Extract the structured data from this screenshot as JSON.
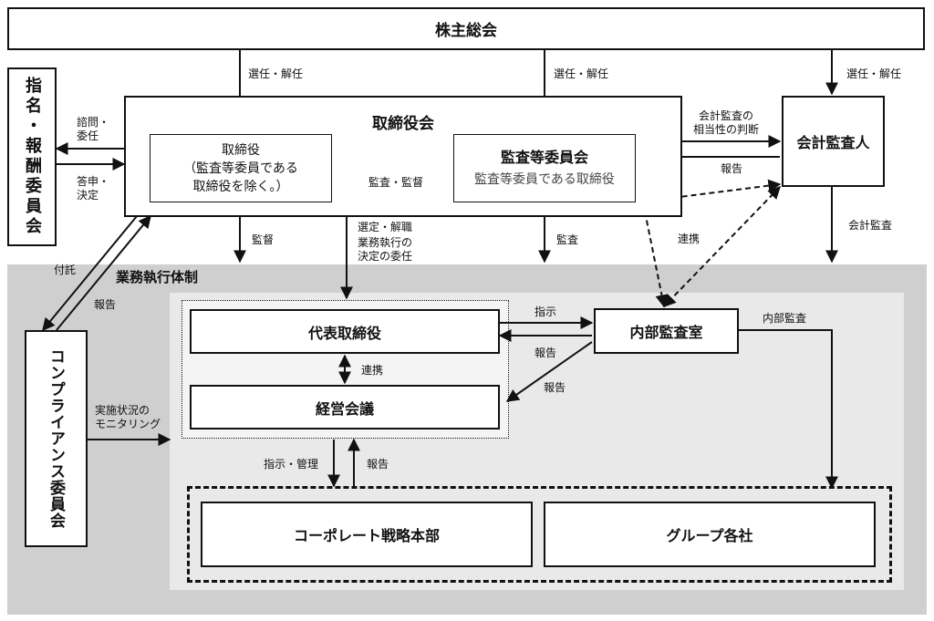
{
  "nodes": {
    "shareholders_meeting": "株主総会",
    "board": "取締役会",
    "directors": [
      "取締役",
      "（監査等委員である",
      "取締役を除く。）"
    ],
    "audit_committee": "監査等委員会",
    "audit_committee_sub": "監査等委員である取締役",
    "accounting_auditor": "会計監査人",
    "nomination_committee": "指名・報酬委員会",
    "compliance_committee": "コンプライアンス委員会",
    "execution_system": "業務執行体制",
    "representative_director": "代表取締役",
    "management_meeting": "経営会議",
    "internal_audit_office": "内部監査室",
    "corporate_strategy": "コーポレート戦略本部",
    "group_companies": "グループ各社"
  },
  "labels": {
    "elect1": "選任・解任",
    "elect2": "選任・解任",
    "elect3": "選任・解任",
    "consult": [
      "諮問・",
      "委任"
    ],
    "report_back": [
      "答申・",
      "決定"
    ],
    "audit_supervise": "監査・監督",
    "accounting_audit_fit": [
      "会計監査の",
      "相当性の判断"
    ],
    "report_auditor": "報告",
    "supervise": "監督",
    "select_dismiss": "選定・解職",
    "delegate": [
      "業務執行の",
      "決定の委任"
    ],
    "audit": "監査",
    "coordination": "連携",
    "accounting_audit": "会計監査",
    "commission": "付託",
    "report_compliance": "報告",
    "instruct": "指示",
    "report_iao1": "報告",
    "report_iao2": "報告",
    "coordination_mgmt": "連携",
    "internal_audit": "内部監査",
    "monitoring": [
      "実施状況の",
      "モニタリング"
    ],
    "instruct_manage": "指示・管理",
    "report_group": "報告"
  }
}
